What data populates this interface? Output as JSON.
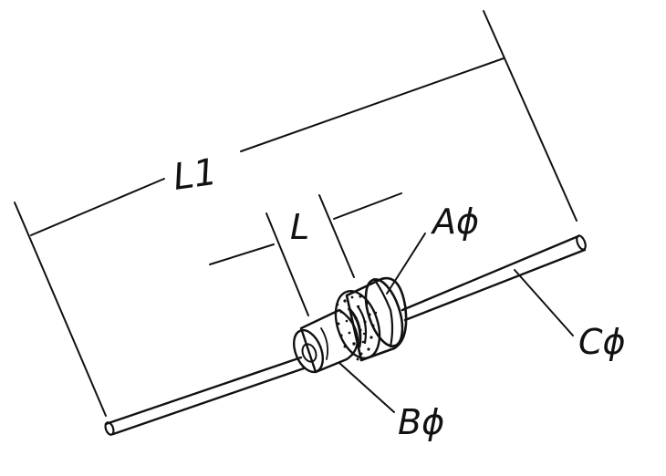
{
  "diagram": {
    "labels": {
      "overall_length": "L1",
      "body_length": "L",
      "ring_diameter": "Aϕ",
      "sleeve_diameter": "Bϕ",
      "lead_diameter": "Cϕ"
    }
  }
}
